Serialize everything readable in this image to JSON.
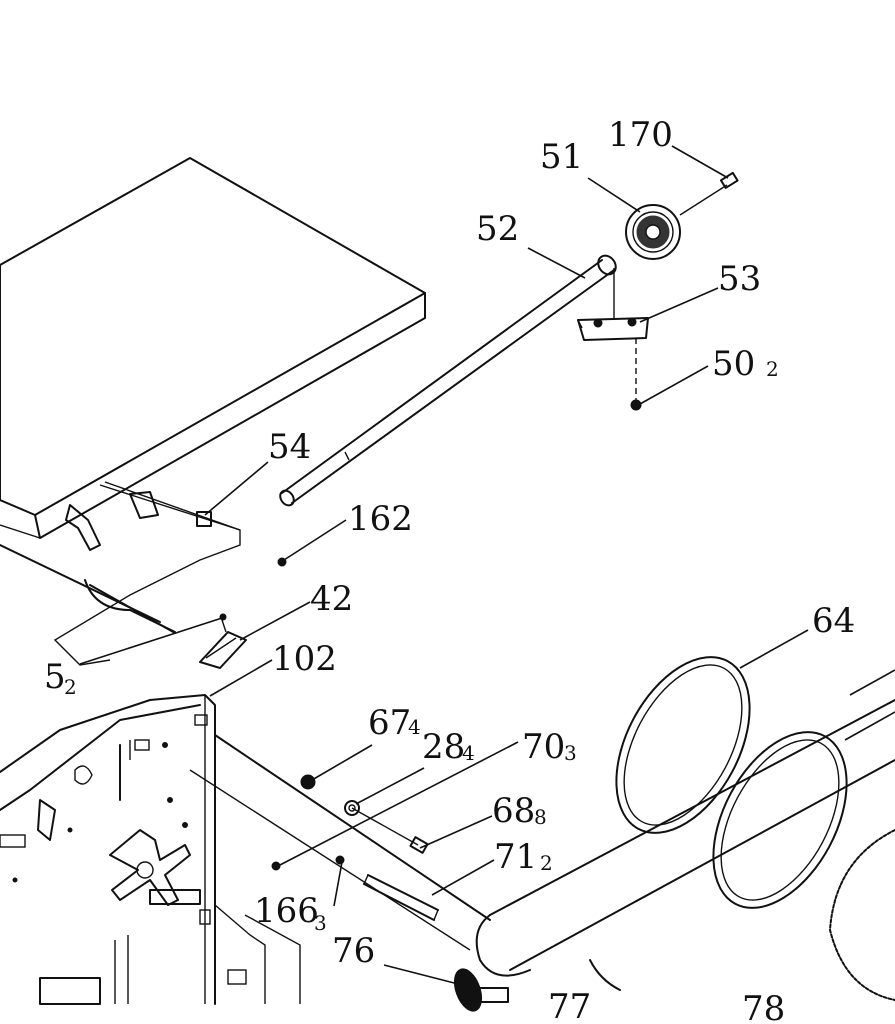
{
  "callouts": [
    {
      "id": "c170",
      "number": "170",
      "qty": ""
    },
    {
      "id": "c51",
      "number": "51",
      "qty": ""
    },
    {
      "id": "c52",
      "number": "52",
      "qty": ""
    },
    {
      "id": "c53",
      "number": "53",
      "qty": ""
    },
    {
      "id": "c50",
      "number": "50",
      "qty": "2"
    },
    {
      "id": "c54",
      "number": "54",
      "qty": ""
    },
    {
      "id": "c162",
      "number": "162",
      "qty": ""
    },
    {
      "id": "c42",
      "number": "42",
      "qty": ""
    },
    {
      "id": "c5",
      "number": "5",
      "qty": "2"
    },
    {
      "id": "c102",
      "number": "102",
      "qty": ""
    },
    {
      "id": "c64",
      "number": "64",
      "qty": ""
    },
    {
      "id": "c67",
      "number": "67",
      "qty": "4"
    },
    {
      "id": "c28",
      "number": "28",
      "qty": "4"
    },
    {
      "id": "c70",
      "number": "70",
      "qty": "3"
    },
    {
      "id": "c68",
      "number": "68",
      "qty": "8"
    },
    {
      "id": "c71",
      "number": "71",
      "qty": "2"
    },
    {
      "id": "c166",
      "number": "166",
      "qty": "3"
    },
    {
      "id": "c76",
      "number": "76",
      "qty": ""
    },
    {
      "id": "c77",
      "number": "77",
      "qty": ""
    },
    {
      "id": "c78",
      "number": "78",
      "qty": ""
    }
  ]
}
